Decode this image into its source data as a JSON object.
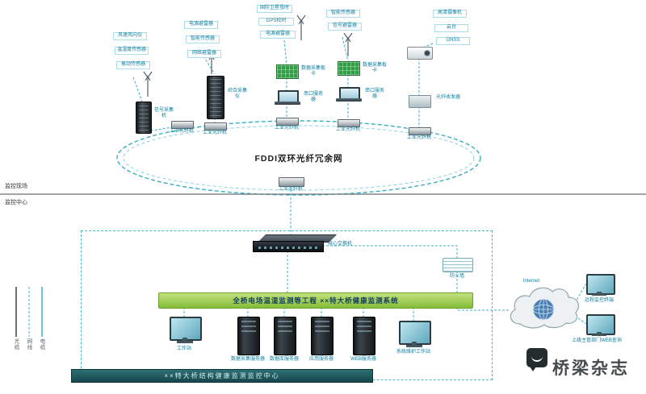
{
  "watermark": {
    "text": "桥梁杂志"
  },
  "site": {
    "field_label": "监控现场",
    "center_label": "监控中心"
  },
  "ring": {
    "title": "FDDI双环光纤冗余网",
    "groups": [
      {
        "sensors": [
          "风速风向仪",
          "温湿度传感器",
          "振动传感器"
        ],
        "device": "信号采集机",
        "node": "工业光纤机"
      },
      {
        "sensors": [
          "电源避雷器",
          "智能传感器",
          "网络避雷器"
        ],
        "device": "综合采集仪",
        "node": "工业光纤机"
      },
      {
        "sensors": [
          "国防卫星授时",
          "GPS校时",
          "电源避雷器"
        ],
        "board": "数据采集板卡",
        "laptop": "串口服务器",
        "node": "工业光纤机"
      },
      {
        "sensors": [
          "智能传感器",
          "信号避雷器"
        ],
        "board": "数据采集板卡",
        "laptop": "串口服务器",
        "node": "工业光纤机"
      },
      {
        "sensors": [
          "高清摄像机",
          "云台",
          "GNSS"
        ],
        "device": "光纤收发器",
        "node": "工业光纤机"
      }
    ],
    "bottom_node": "工业光纤机"
  },
  "center": {
    "switch_label": "核心交换机",
    "banner": "全桥电场温湿监测等工程 ××特大桥健康监测系统",
    "devices": [
      {
        "label": "工作站"
      },
      {
        "label": "数据采集服务器"
      },
      {
        "label": "数据库服务器"
      },
      {
        "label": "应用服务器"
      },
      {
        "label": "WEB服务器"
      },
      {
        "label": "系统维护工作站"
      }
    ],
    "room_label": "××特大桥结构健康监测监控中心",
    "firewall_label": "防火墙"
  },
  "external": {
    "cloud_label": "Internet",
    "terminals": [
      {
        "label": "远程监控终端"
      },
      {
        "label": "上级主管部门WEB查询"
      }
    ]
  },
  "legend": [
    {
      "label": "光缆"
    },
    {
      "label": "网线"
    },
    {
      "label": "电缆"
    }
  ]
}
